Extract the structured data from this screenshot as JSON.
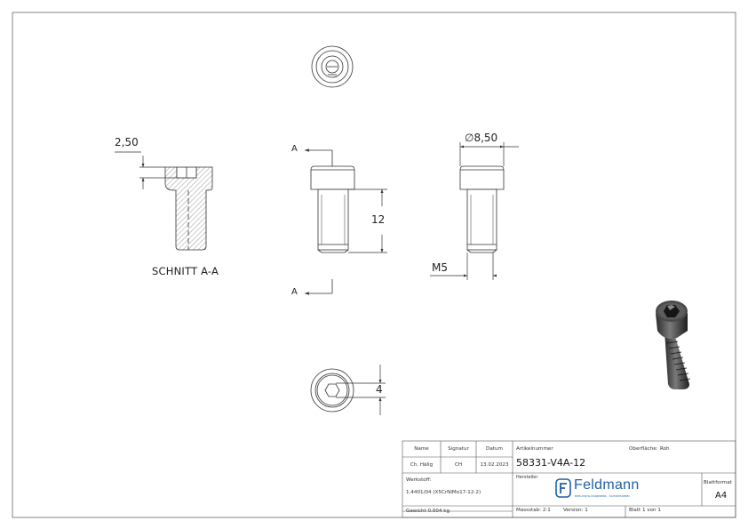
{
  "drawing": {
    "dimensions": {
      "counterbore_depth": "2,50",
      "head_diameter": "∅8,50",
      "length": "12",
      "thread": "M5",
      "hex_size": "4"
    },
    "section_marker": "A",
    "section_label": "SCHNITT A-A"
  },
  "title_block": {
    "col_name": "Name",
    "col_signature": "Signatur",
    "col_date": "Datum",
    "drawn_by": "Ch. Hälig",
    "signature": "CH",
    "date": "13.02.2023",
    "article_label": "Artikelnummer",
    "surface_label": "Oberfläche:",
    "surface_value": "Roh",
    "article_number": "58331-V4A-12",
    "material_label": "Werkstoff:",
    "material_value": "1.4401/04 (X5CrNiMo17-12-2)",
    "manufacturer_label": "Hersteller",
    "logo_text": "Feldmann",
    "logo_tagline": "EDELSTAHL-HANDWERK · SCHWEISSEREI",
    "sheet_format_label": "Blattformat",
    "sheet_format_value": "A4",
    "weight": "Gewicht 0.004 kg",
    "scale": "Massstab: 2:1",
    "version": "Version: 1",
    "sheet": "Blatt 1 von 1"
  },
  "colors": {
    "line": "#333333",
    "logo_blue": "#1f5fa8"
  }
}
